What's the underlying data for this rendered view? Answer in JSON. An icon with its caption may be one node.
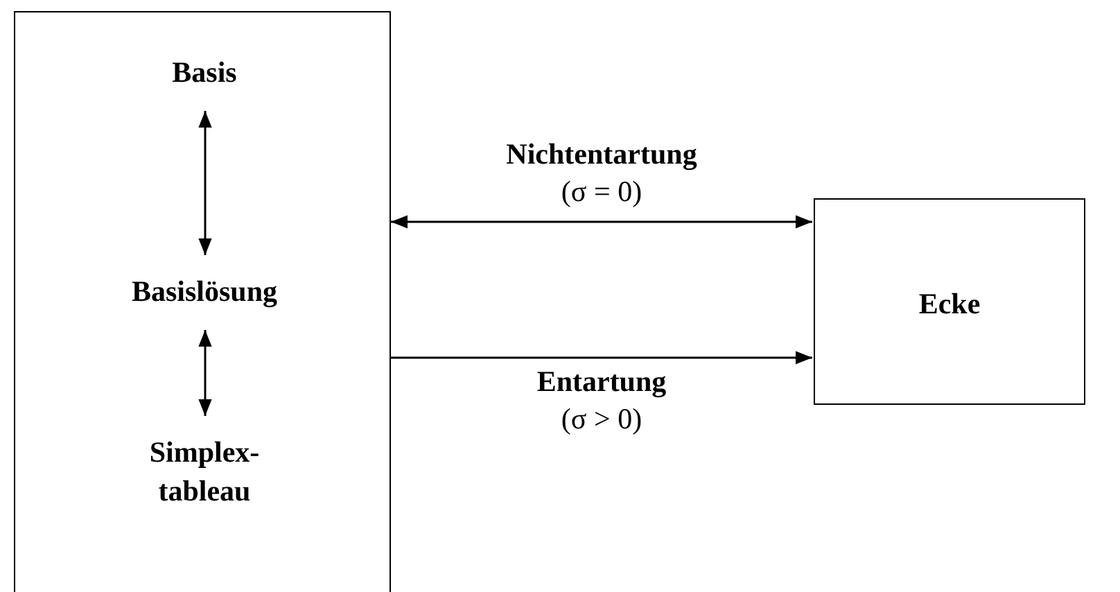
{
  "diagram": {
    "nodes": [
      {
        "text": [],
        "shape": "box"
      },
      {
        "text": [
          "Basis"
        ],
        "in": 0
      },
      {
        "text": [
          "Basislösung"
        ],
        "in": 0
      },
      {
        "text": [
          "Simplex-tableau"
        ],
        "in": 0
      },
      {
        "text": [
          "Ecke"
        ]
      }
    ],
    "edges": [
      {
        "from": 1,
        "to": 2,
        "arrow": "both"
      },
      {
        "from": 2,
        "to": 3,
        "arrow": "both"
      },
      {
        "from": 0,
        "to": 4,
        "arrow": "both",
        "label": "**Nichtentartung** (σ = 0)"
      },
      {
        "from": 0,
        "to": 4,
        "arrow": "to",
        "label": "**Entartung** (σ > 0)"
      }
    ]
  }
}
